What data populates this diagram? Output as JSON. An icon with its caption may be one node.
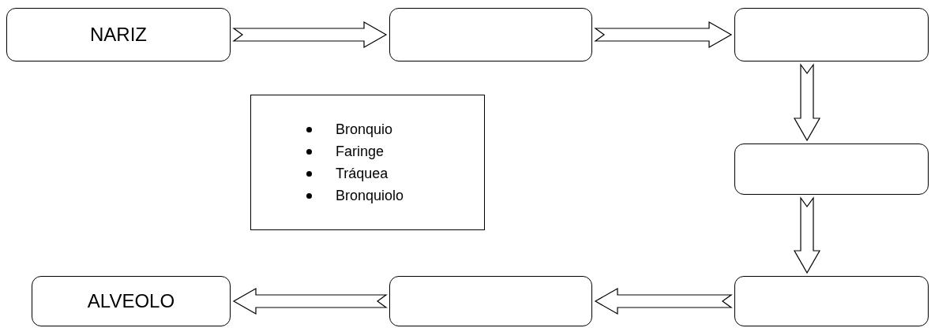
{
  "diagram": {
    "nodes": [
      {
        "text": [
          "NARIZ"
        ]
      },
      {
        "text": [],
        "shape": "box"
      },
      {
        "text": [],
        "shape": "box"
      },
      {
        "text": [
          "Bronquio",
          "Faringe",
          "Tráquea",
          "Bronquiolo"
        ]
      },
      {
        "text": [],
        "shape": "box"
      },
      {
        "text": [],
        "shape": "box"
      },
      {
        "text": [],
        "shape": "box"
      },
      {
        "text": [
          "ALVEOLO"
        ]
      }
    ],
    "edges": [
      {
        "from": 0,
        "to": 1,
        "arrow": "to"
      },
      {
        "from": 1,
        "to": 2,
        "arrow": "to"
      },
      {
        "from": 2,
        "to": 4,
        "arrow": "to"
      },
      {
        "from": 4,
        "to": 5,
        "arrow": "to"
      },
      {
        "from": 5,
        "to": 6,
        "arrow": "to"
      },
      {
        "from": 6,
        "to": 7,
        "arrow": "to"
      }
    ]
  }
}
